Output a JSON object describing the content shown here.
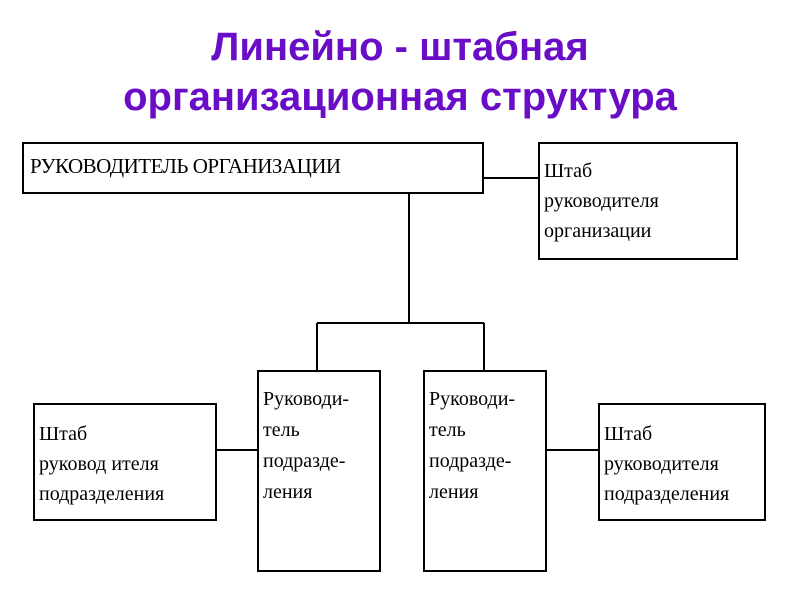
{
  "title": {
    "line1": "Линейно - штабная",
    "line2": "организационная структура"
  },
  "top_box": {
    "label": "РУКОВОДИТЕЛЬ ОРГАНИЗАЦИИ"
  },
  "hq_org": {
    "lines": [
      "Штаб",
      "руководителя",
      "организации"
    ]
  },
  "mgr_left": {
    "lines": [
      "Руководи-",
      "тель",
      "подразде-",
      "ления"
    ]
  },
  "mgr_right": {
    "lines": [
      "Руководи-",
      "тель",
      "подразде-",
      "ления"
    ]
  },
  "hq_left": {
    "lines": [
      "Штаб",
      "руковод ителя",
      "подразделения"
    ]
  },
  "hq_right": {
    "lines": [
      "Штаб",
      "руководителя",
      "подразделения"
    ]
  },
  "colors": {
    "title": "#6a0dc7",
    "line": "#000000"
  }
}
